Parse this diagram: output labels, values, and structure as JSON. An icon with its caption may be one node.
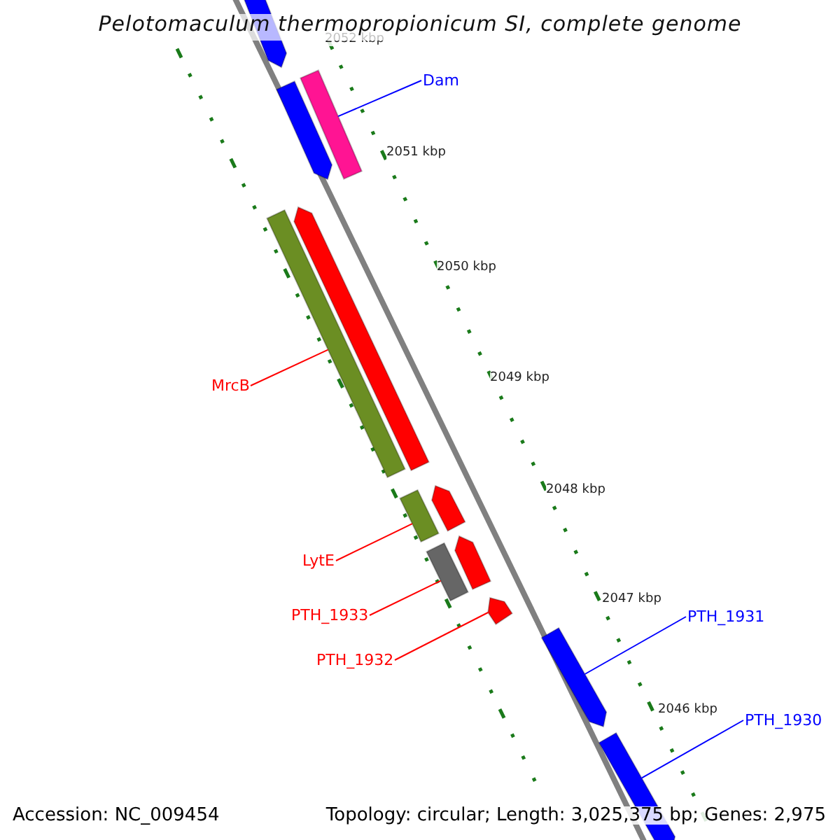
{
  "diagram": {
    "title": "Pelotomaculum thermopropionicum SI, complete genome",
    "nodes": [
      {
        "text": [],
        "shape": "arrow"
      },
      {
        "text": [],
        "shape": "arrow"
      },
      {
        "text": [],
        "shape": "bar"
      },
      {
        "text": [
          "Dam"
        ]
      },
      {
        "text": [],
        "shape": "arrow"
      },
      {
        "text": [],
        "shape": "bar"
      },
      {
        "text": [
          "MrcB"
        ]
      },
      {
        "text": [],
        "shape": "arrow"
      },
      {
        "text": [],
        "shape": "bar"
      },
      {
        "text": [
          "LytE"
        ]
      },
      {
        "text": [],
        "shape": "arrow"
      },
      {
        "text": [],
        "shape": "bar"
      },
      {
        "text": [
          "PTH_1933"
        ]
      },
      {
        "text": [],
        "shape": "arrow"
      },
      {
        "text": [
          "PTH_1932"
        ]
      },
      {
        "text": [
          "PTH_1931"
        ]
      },
      {
        "text": [],
        "shape": "arrow"
      },
      {
        "text": [],
        "shape": "arrow"
      },
      {
        "text": [
          "PTH_1930"
        ]
      }
    ],
    "edges": [
      {
        "from": 3,
        "to": 2,
        "arrow": "none",
        "color": "#0000ff"
      },
      {
        "from": 6,
        "to": 5,
        "arrow": "none"
      },
      {
        "from": 9,
        "to": 8,
        "arrow": "none"
      },
      {
        "from": 12,
        "to": 11,
        "arrow": "none"
      },
      {
        "from": 14,
        "to": 13,
        "arrow": "none"
      },
      {
        "from": 15,
        "to": 16,
        "arrow": "none",
        "color": "#0000ff"
      },
      {
        "from": 18,
        "to": 17,
        "arrow": "none",
        "color": "#0000ff"
      }
    ],
    "labels": [
      "2052 kbp",
      "2051 kbp",
      "2050 kbp",
      "2049 kbp",
      "2048 kbp",
      "2047 kbp",
      "2046 kbp",
      "Accession: NC_009454",
      "Topology: circular; Length: 3,025,375 bp; Genes: 2,975"
    ]
  }
}
